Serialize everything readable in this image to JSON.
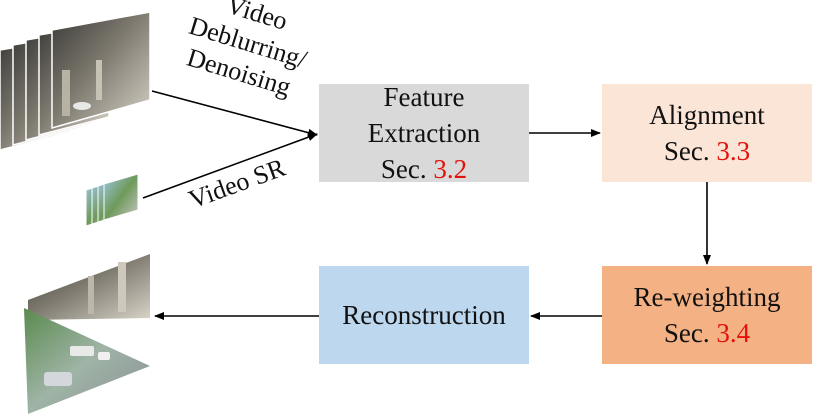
{
  "diagram": {
    "colors": {
      "feature_fill": "#d9d9d9",
      "alignment_fill": "#fbe5d6",
      "reweighting_fill": "#f4b183",
      "reconstruction_fill": "#bdd7ee",
      "section_ref_color": "#e3120b",
      "arrow_color": "#000000"
    },
    "inputs": {
      "deblur_label_line1": "Video",
      "deblur_label_line2": "Deblurring/",
      "deblur_label_line3": "Denoising",
      "sr_label": "Video SR",
      "large_frames_icon": "stacked-video-frames",
      "small_frames_icon": "stacked-low-res-frames"
    },
    "nodes": {
      "feature_extraction": {
        "line1": "Feature",
        "line2": "Extraction",
        "sec_prefix": "Sec. ",
        "sec_ref": "3.2"
      },
      "alignment": {
        "line1": "Alignment",
        "sec_prefix": "Sec. ",
        "sec_ref": "3.3"
      },
      "reweighting": {
        "line1": "Re-weighting",
        "sec_prefix": "Sec. ",
        "sec_ref": "3.4"
      },
      "reconstruction": {
        "line1": "Reconstruction"
      }
    },
    "output": {
      "icon": "restored-output-frames"
    }
  }
}
